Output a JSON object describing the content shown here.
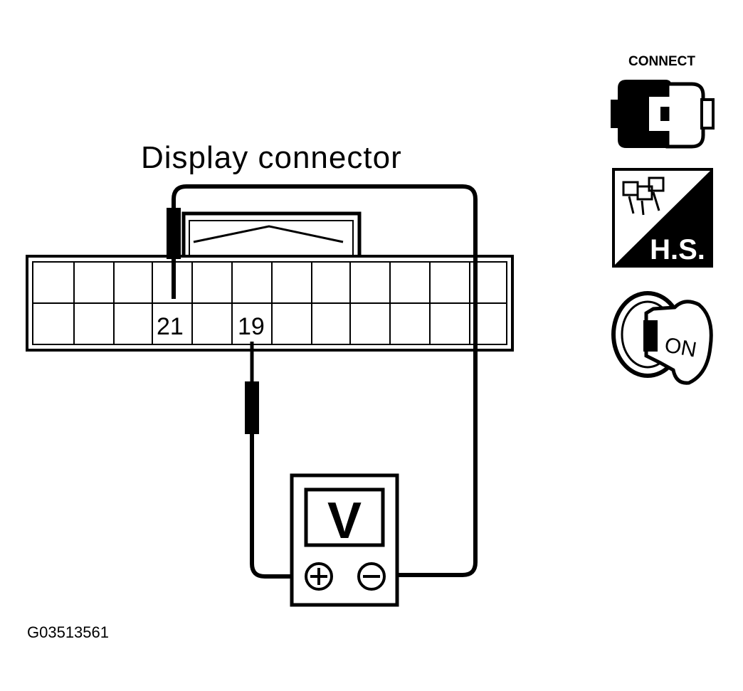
{
  "diagram": {
    "title": "Display connector",
    "pins": {
      "left": "21",
      "right": "19"
    },
    "meter": {
      "label": "V",
      "plus": "+",
      "minus": "−"
    },
    "figure_code": "G03513561"
  },
  "icons": {
    "connect": {
      "label": "CONNECT",
      "icon": "connector-plug-icon"
    },
    "harness": {
      "label": "H.S.",
      "icon": "harness-side-icon"
    },
    "ignition": {
      "label": "ON",
      "icon": "ignition-key-icon"
    }
  },
  "colors": {
    "ink": "#000000",
    "paper": "#ffffff"
  }
}
